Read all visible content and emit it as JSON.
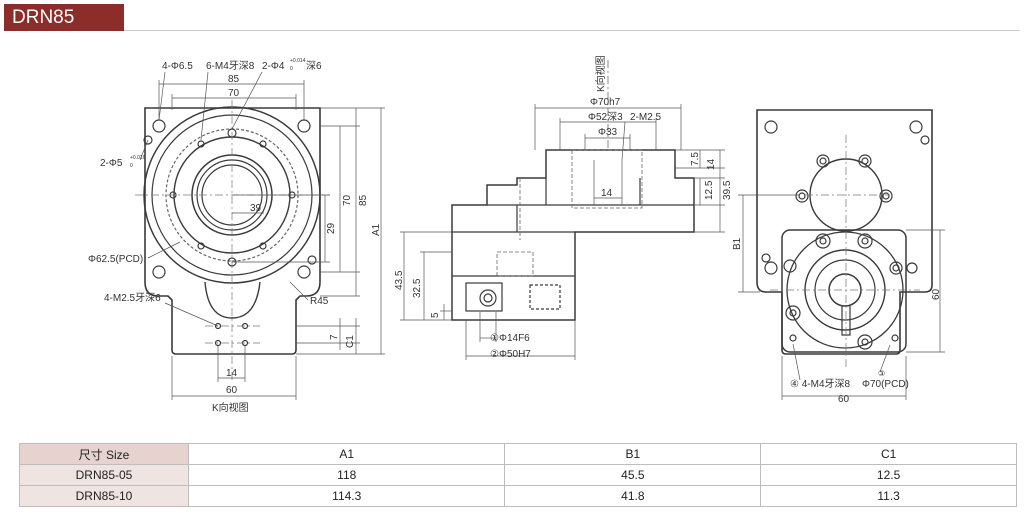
{
  "title": "DRN85",
  "colors": {
    "accent": "#8c2d2a",
    "table_head": "#e6d3d0",
    "table_row": "#efe4e2"
  },
  "front_view": {
    "hole_spec": "4-Φ6.5",
    "tap_spec": "6-M4牙深8",
    "pin_spec_main": "2-Φ4",
    "pin_spec_tol": "+0.014",
    "pin_spec_tol2": "0",
    "pin_spec_depth": "深6",
    "dim_85": "85",
    "dim_70": "70",
    "pin2_main": "2-Φ5",
    "pin2_tol": "+0.016",
    "pin2_tol2": "0",
    "dim_39": "39",
    "dim_29": "29",
    "dim_70v": "70",
    "dim_85v": "85",
    "dim_A1": "A1",
    "pcd": "Φ62.5(PCD)",
    "m25_spec": "4-M2.5牙深6",
    "r45": "R45",
    "dim_7": "7",
    "dim_C1": "C1",
    "dim_14": "14",
    "dim_60": "60",
    "k_view": "K向视图"
  },
  "side_view": {
    "k_view": "K向视图",
    "phi70": "Φ70h7",
    "phi52": "Φ52深3",
    "m25": "2-M2.5",
    "phi33": "Φ33",
    "dim_14": "14",
    "dim_75": "7.5",
    "dim_14v": "14",
    "dim_125": "12.5",
    "dim_395": "39.5",
    "dim_435": "43.5",
    "dim_325": "32.5",
    "dim_5": "5",
    "phi14": "①Φ14F6",
    "phi50": "②Φ50H7"
  },
  "rear_view": {
    "dim_B1": "B1",
    "dim_60v": "60",
    "m4_spec": "④ 4-M4牙深8",
    "pcd_note": "③",
    "pcd": "Φ70(PCD)",
    "dim_60": "60"
  },
  "table": {
    "headers": [
      "尺寸 Size",
      "A1",
      "B1",
      "C1"
    ],
    "rows": [
      [
        "DRN85-05",
        "118",
        "45.5",
        "12.5"
      ],
      [
        "DRN85-10",
        "114.3",
        "41.8",
        "11.3"
      ]
    ]
  }
}
